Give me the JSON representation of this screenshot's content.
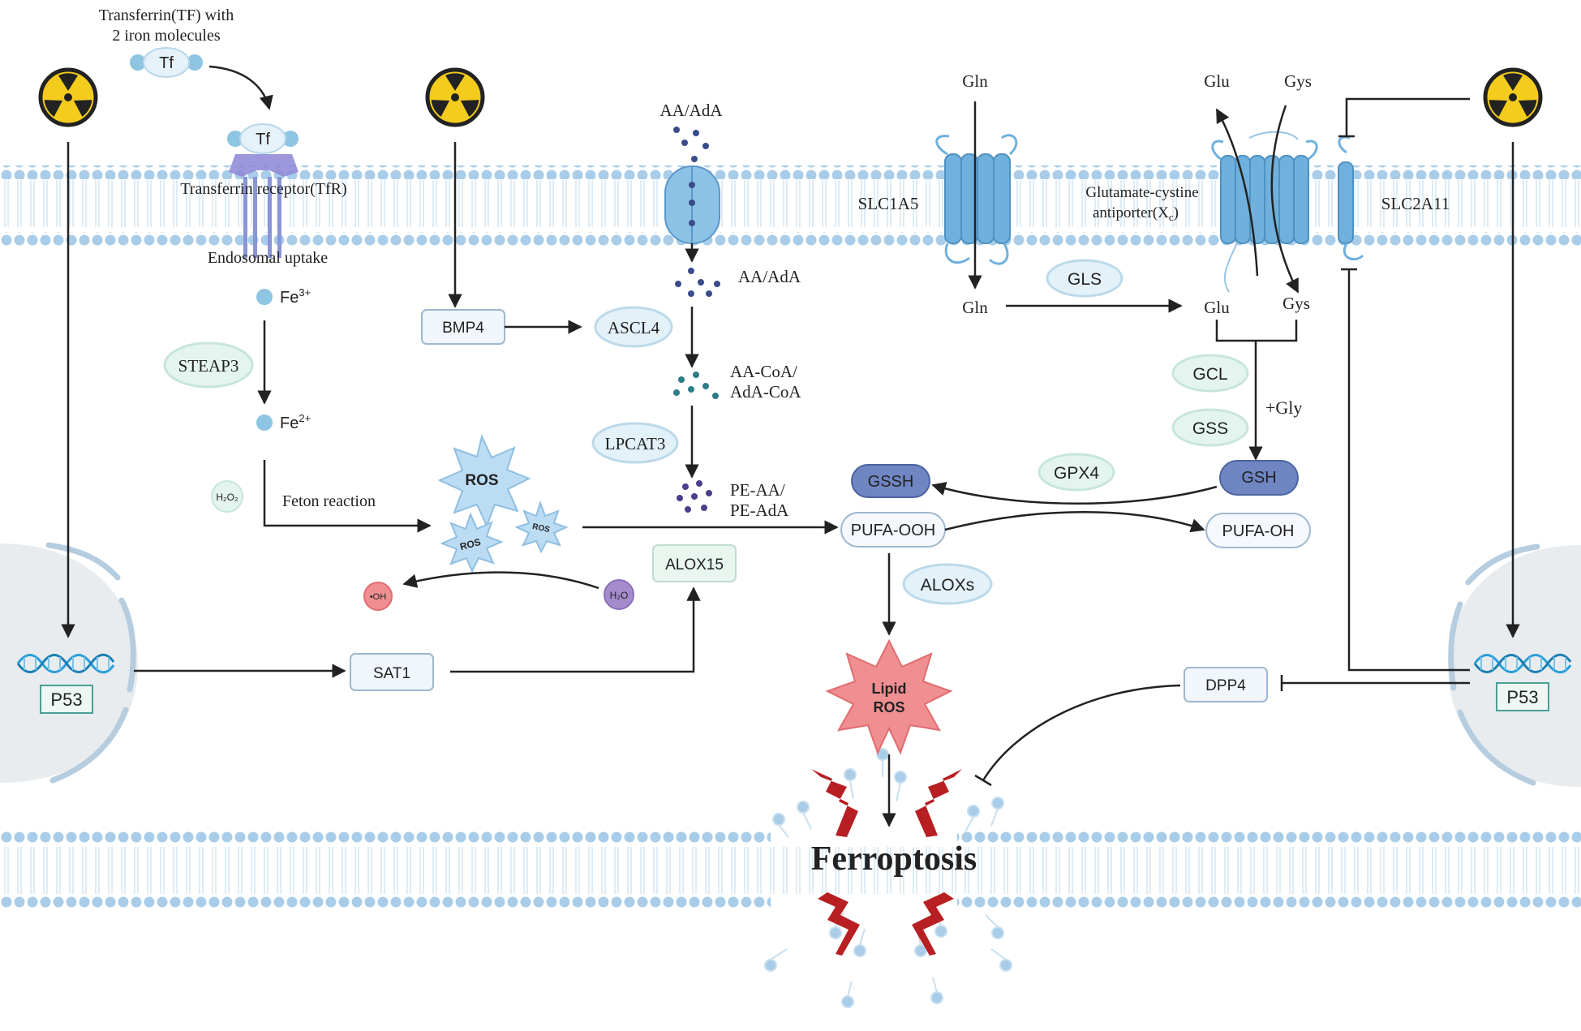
{
  "labels": {
    "tf_title_1": "Transferrin(TF) with",
    "tf_title_2": "2 iron molecules",
    "tf": "Tf",
    "tfr": "Transferrin receptor(TfR)",
    "endosomal": "Endosomal uptake",
    "fe3": "Fe",
    "fe3_sup": "3+",
    "fe2": "Fe",
    "fe2_sup": "2+",
    "steap3": "STEAP3",
    "h2o2": "H₂O₂",
    "fenton": "Feton reaction",
    "ros_big": "ROS",
    "ros_small_1": "ROS",
    "ros_small_2": "ROS",
    "oh": "•OH",
    "h2o": "H₂O",
    "bmp4": "BMP4",
    "ascl4": "ASCL4",
    "aa_ada_top": "AA/AdA",
    "aa_ada_mid": "AA/AdA",
    "aa_coa_1": "AA-CoA/",
    "aa_coa_2": "AdA-CoA",
    "lpcat3": "LPCAT3",
    "pe_aa_1": "PE-AA/",
    "pe_aa_2": "PE-AdA",
    "alox15": "ALOX15",
    "sat1": "SAT1",
    "p53_left": "P53",
    "p53_right": "P53",
    "gln_top": "Gln",
    "gln_bottom": "Gln",
    "slc1a5": "SLC1A5",
    "gls": "GLS",
    "glu_top": "Glu",
    "gys_top": "Gys",
    "glu_bottom": "Glu",
    "gys_bottom": "Gys",
    "xc_1": "Glutamate-cystine",
    "xc_2": "antiporter(X",
    "xc_sub": "c",
    "xc_close": ")",
    "slc2a11": "SLC2A11",
    "gcl": "GCL",
    "gss": "GSS",
    "gly": "+Gly",
    "gsh": "GSH",
    "gpx4": "GPX4",
    "gssh": "GSSH",
    "pufa_ooh": "PUFA-OOH",
    "pufa_oh": "PUFA-OH",
    "aloxs": "ALOXs",
    "lipid_ros_1": "Lipid",
    "lipid_ros_2": "ROS",
    "dpp4": "DPP4",
    "ferroptosis": "Ferroptosis"
  },
  "colors": {
    "membrane": "#a9cde8",
    "transporter": "#6fb0dc",
    "ros": "#bcdcf3",
    "lipid_ros": "#f08f92",
    "ferroptosis": "#b8282c",
    "lightning": "#b71f22",
    "dna": "#2a9fd6"
  },
  "icons": [
    "radiation-icon",
    "dna-helix-icon",
    "lightning-icon",
    "membrane-transporter-icon"
  ]
}
